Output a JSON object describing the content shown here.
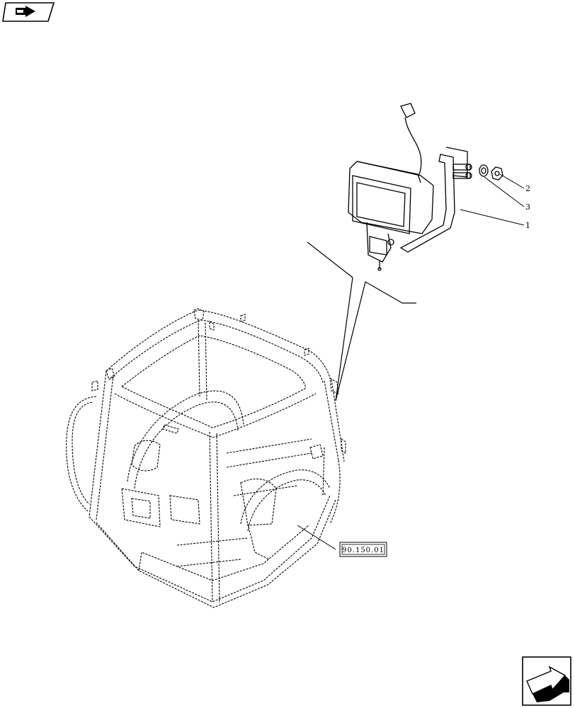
{
  "icons": {
    "top_left": "back-arrow-icon",
    "bottom_right": "next-page-arrow-icon"
  },
  "callouts": {
    "part_1": "1",
    "part_2": "2",
    "part_3": "3"
  },
  "reference": {
    "label": "90.150.01"
  },
  "colors": {
    "line": "#000000",
    "background": "#ffffff"
  }
}
